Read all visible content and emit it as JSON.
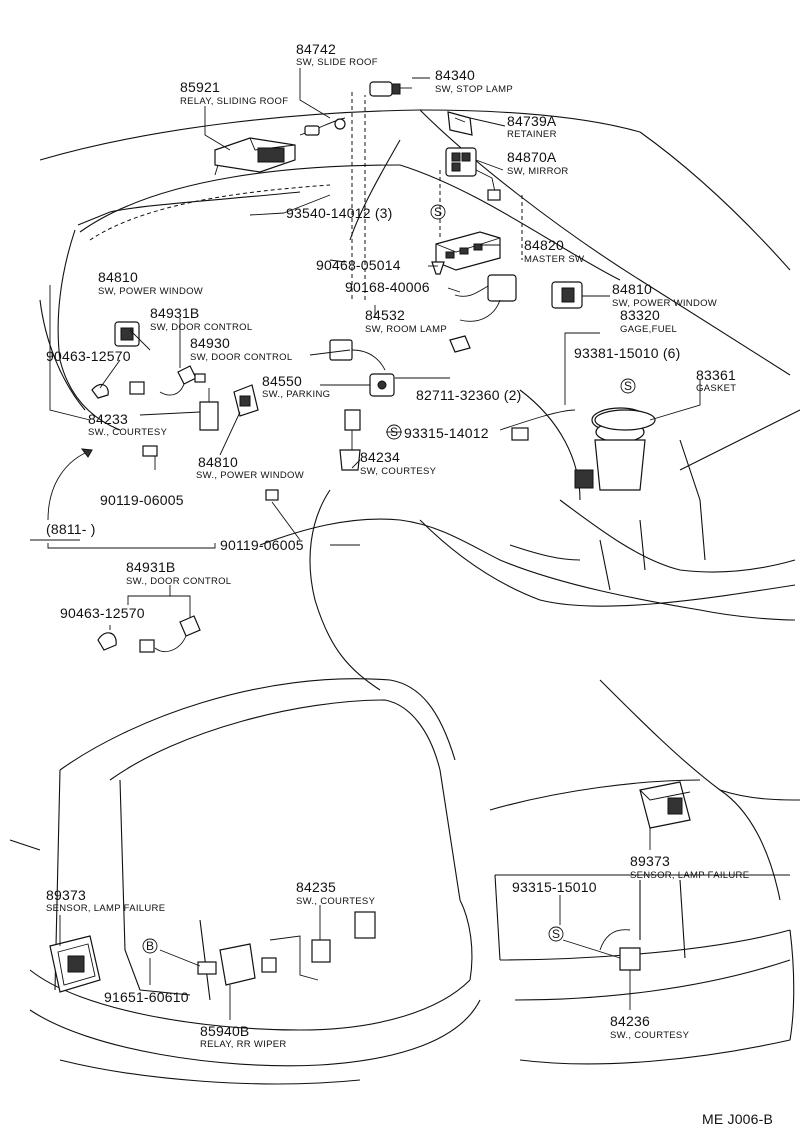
{
  "labels": [
    {
      "id": "84742",
      "part": "84742",
      "name": "SW, SLIDE ROOF"
    },
    {
      "id": "84340",
      "part": "84340",
      "name": "SW, STOP LAMP"
    },
    {
      "id": "85921",
      "part": "85921",
      "name": "RELAY, SLIDING ROOF"
    },
    {
      "id": "84739A",
      "part": "84739A",
      "name": "RETAINER"
    },
    {
      "id": "84870A",
      "part": "84870A",
      "name": "SW, MIRROR"
    },
    {
      "id": "93540",
      "part": "93540-14012 (3)",
      "name": ""
    },
    {
      "id": "84820",
      "part": "84820",
      "name": "MASTER SW"
    },
    {
      "id": "84810a",
      "part": "84810",
      "name": "SW, POWER WINDOW"
    },
    {
      "id": "90468",
      "part": "90468-05014",
      "name": ""
    },
    {
      "id": "84810b",
      "part": "84810",
      "name": "SW, POWER WINDOW"
    },
    {
      "id": "90168",
      "part": "90168-40006",
      "name": ""
    },
    {
      "id": "84931Ba",
      "part": "84931B",
      "name": "SW, DOOR CONTROL"
    },
    {
      "id": "84532",
      "part": "84532",
      "name": "SW, ROOM LAMP"
    },
    {
      "id": "83320",
      "part": "83320",
      "name": "GAGE,FUEL"
    },
    {
      "id": "90463a",
      "part": "90463-12570",
      "name": ""
    },
    {
      "id": "84930",
      "part": "84930",
      "name": "SW, DOOR CONTROL"
    },
    {
      "id": "93381",
      "part": "93381-15010 (6)",
      "name": ""
    },
    {
      "id": "83361",
      "part": "83361",
      "name": "GASKET"
    },
    {
      "id": "84550",
      "part": "84550",
      "name": "SW., PARKING"
    },
    {
      "id": "82711",
      "part": "82711-32360 (2)",
      "name": ""
    },
    {
      "id": "84233",
      "part": "84233",
      "name": "SW., COURTESY"
    },
    {
      "id": "93315a",
      "part": "93315-14012",
      "name": ""
    },
    {
      "id": "84810c",
      "part": "84810",
      "name": "SW., POWER WINDOW"
    },
    {
      "id": "84234",
      "part": "84234",
      "name": "SW, COURTESY"
    },
    {
      "id": "90119a",
      "part": "90119-06005",
      "name": ""
    },
    {
      "id": "90119b",
      "part": "90119-06005",
      "name": ""
    },
    {
      "id": "84931Bb",
      "part": "84931B",
      "name": "SW., DOOR CONTROL"
    },
    {
      "id": "90463b",
      "part": "90463-12570",
      "name": ""
    },
    {
      "id": "89373a",
      "part": "89373",
      "name": "SENSOR, LAMP FAILURE"
    },
    {
      "id": "84235",
      "part": "84235",
      "name": "SW., COURTESY"
    },
    {
      "id": "91651",
      "part": "91651-60610",
      "name": ""
    },
    {
      "id": "85940B",
      "part": "85940B",
      "name": "RELAY, RR WIPER"
    },
    {
      "id": "89373b",
      "part": "89373",
      "name": "SENSOR, LAMP FAILURE"
    },
    {
      "id": "93315b",
      "part": "93315-15010",
      "name": ""
    },
    {
      "id": "84236",
      "part": "84236",
      "name": "SW., COURTESY"
    }
  ],
  "marks": {
    "s": "S",
    "b": "B"
  },
  "date_range": "(8811-        )",
  "figure_ref": "ME J006-B"
}
